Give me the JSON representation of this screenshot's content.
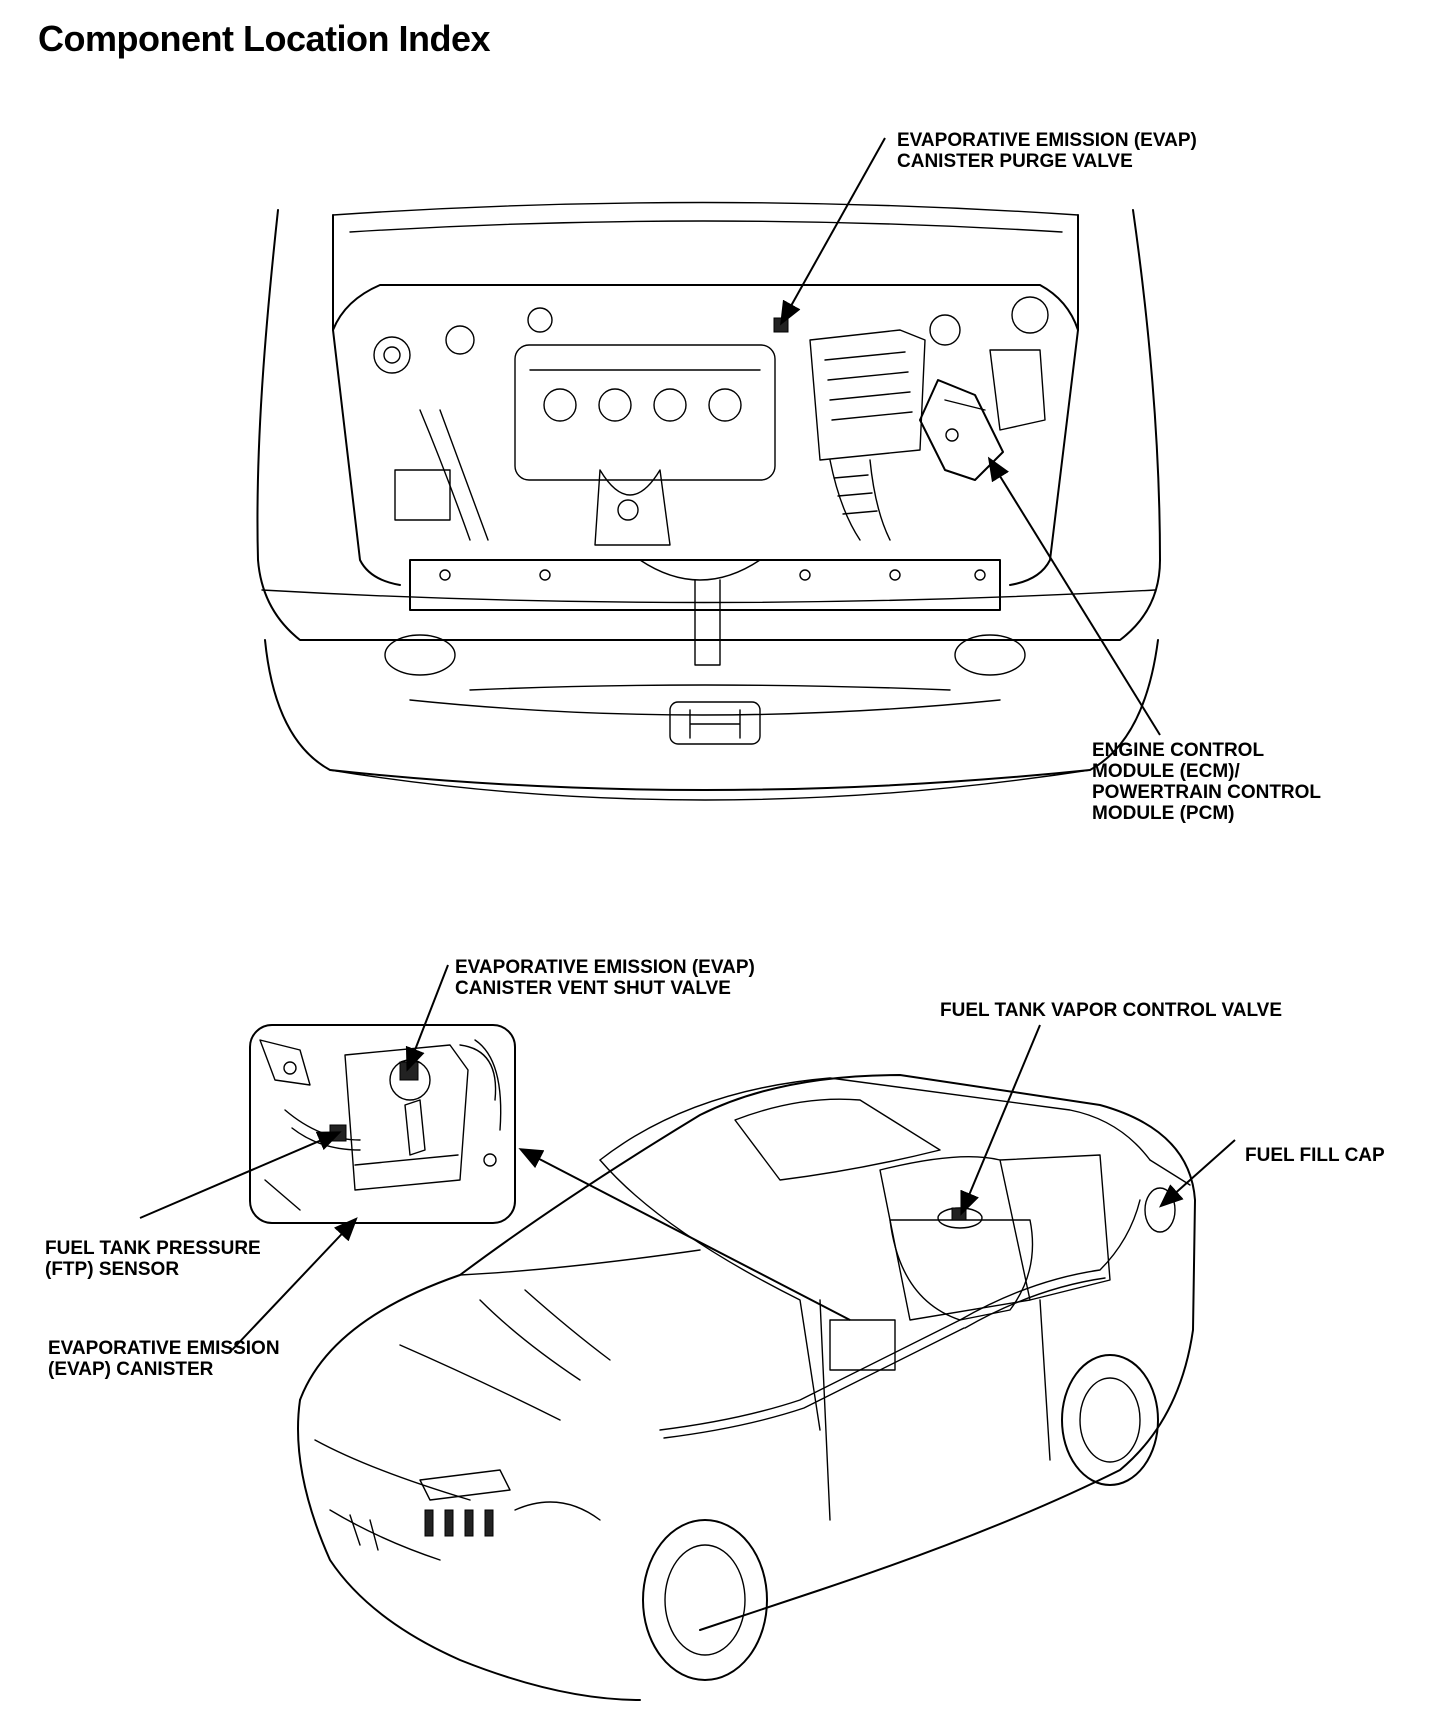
{
  "page": {
    "title": "Component Location Index"
  },
  "callouts": {
    "purge_valve": [
      "EVAPORATIVE EMISSION (EVAP)",
      "CANISTER PURGE VALVE"
    ],
    "ecm_pcm": [
      "ENGINE CONTROL",
      "MODULE (ECM)/",
      "POWERTRAIN CONTROL",
      "MODULE (PCM)"
    ],
    "vent_shut_valve": [
      "EVAPORATIVE EMISSION (EVAP)",
      "CANISTER VENT SHUT VALVE"
    ],
    "vapor_control_valve": [
      "FUEL TANK VAPOR CONTROL VALVE"
    ],
    "fuel_fill_cap": [
      "FUEL FILL CAP"
    ],
    "ftp_sensor": [
      "FUEL TANK PRESSURE",
      "(FTP) SENSOR"
    ],
    "evap_canister": [
      "EVAPORATIVE EMISSION",
      "(EVAP) CANISTER"
    ]
  },
  "icons": {
    "engine_bay": "engine-bay-illustration",
    "car": "sedan-illustration",
    "inset": "canister-detail-illustration"
  }
}
